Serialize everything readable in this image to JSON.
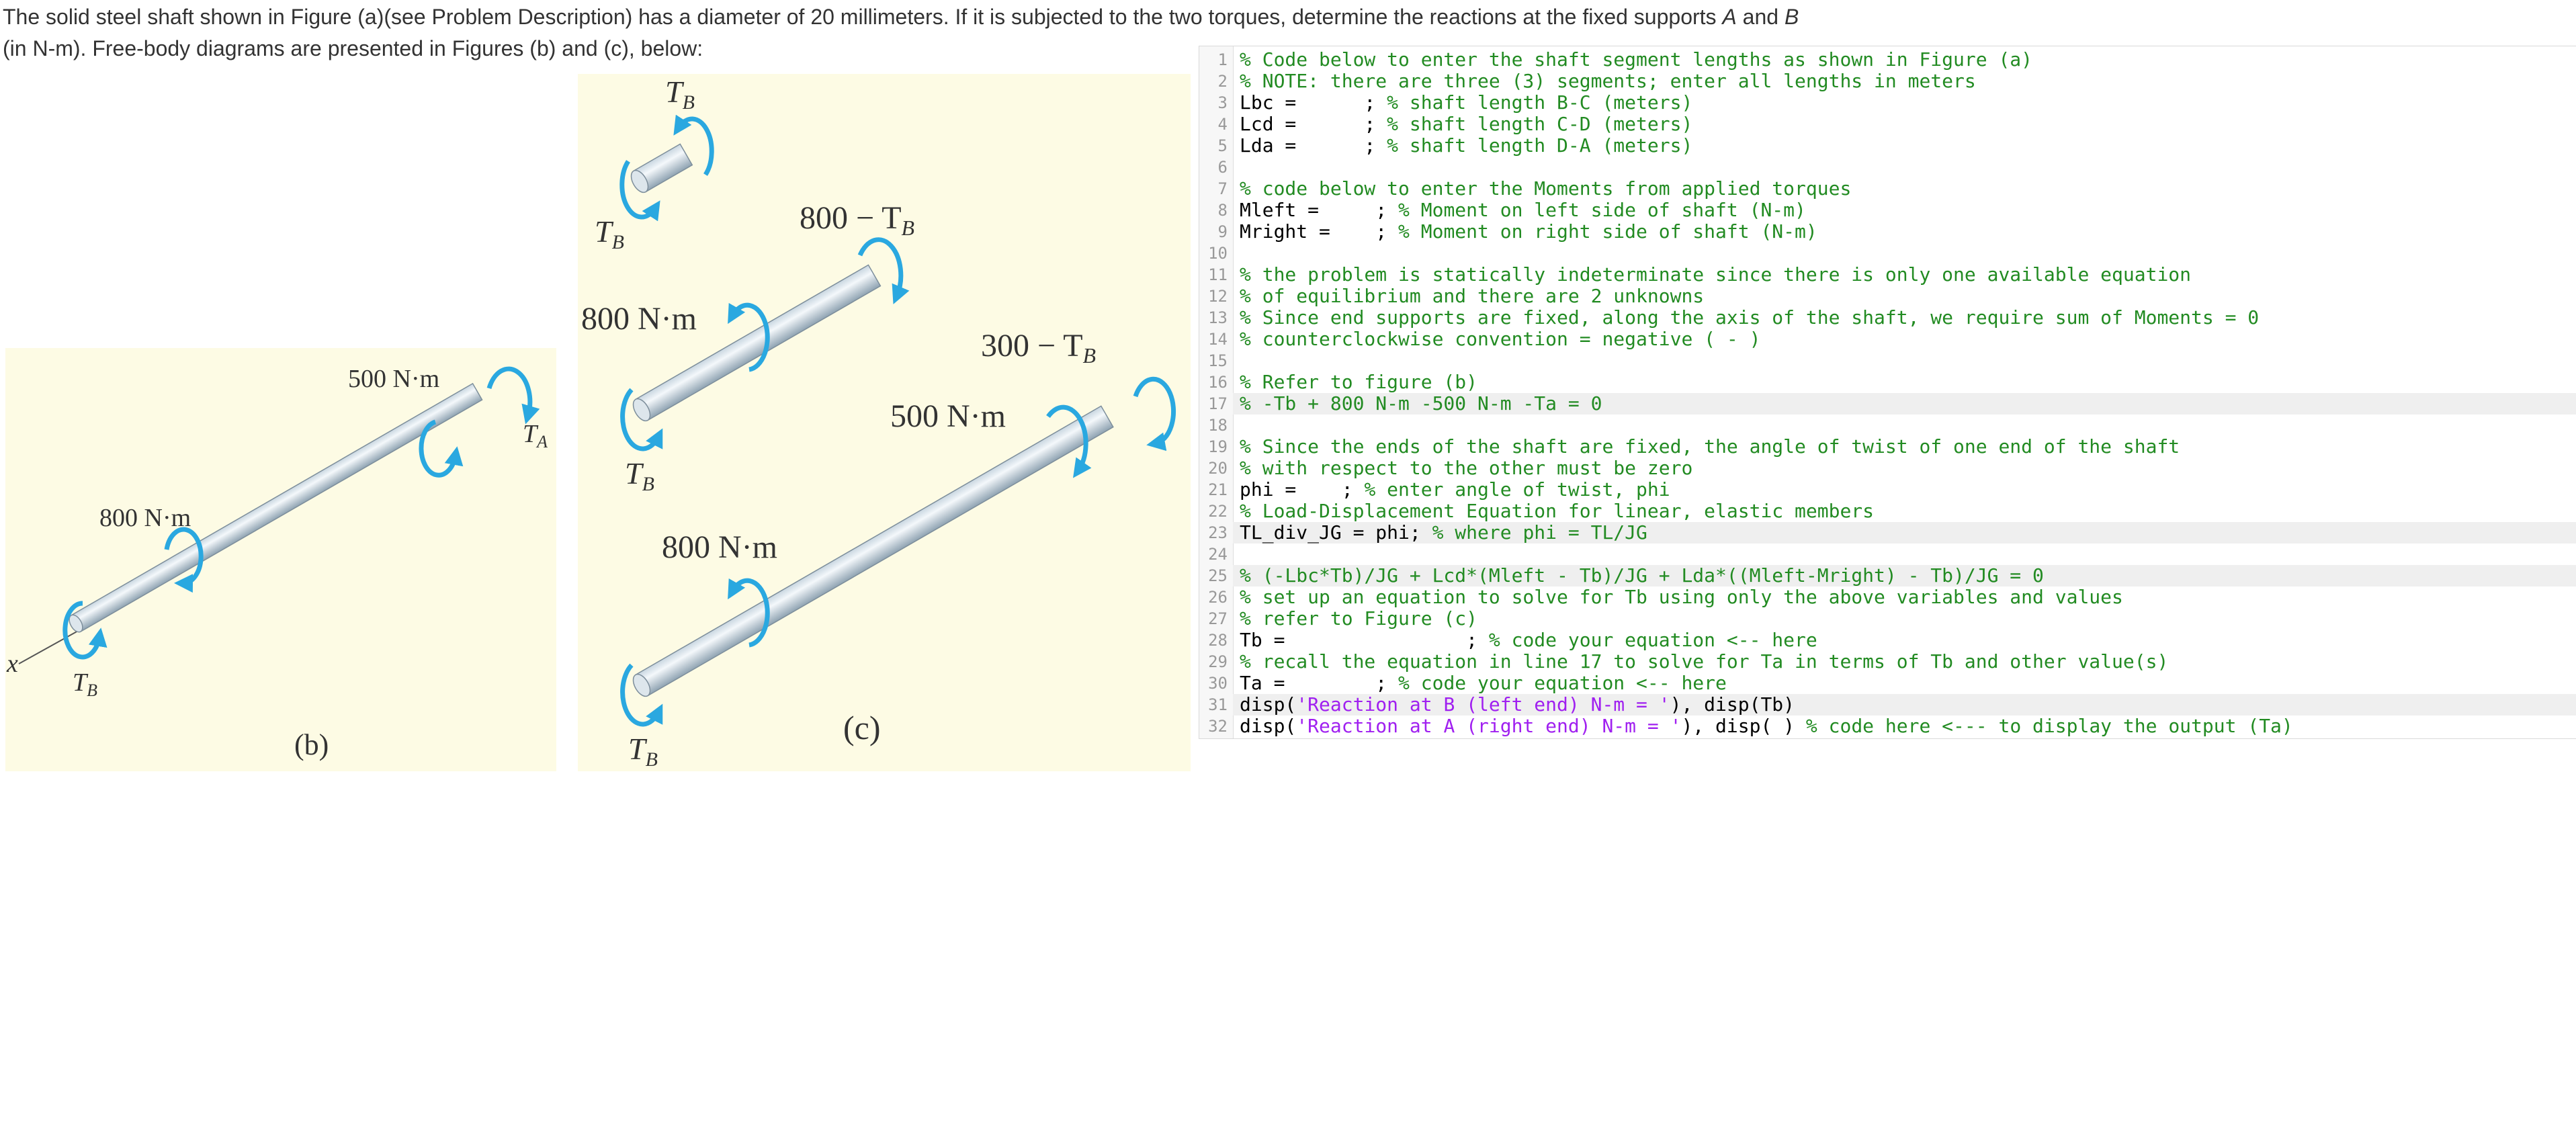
{
  "problem": {
    "line1_a": "The solid steel shaft shown in Figure (a)(see Problem Description) has a diameter of 20 millimeters. If it is subjected to the two torques, determine the reactions at the fixed supports ",
    "line1_A": "A",
    "line1_and": " and ",
    "line1_B": "B",
    "line2": "(in N-m). Free-body diagrams are presented in Figures (b) and (c), below:"
  },
  "figure_b": {
    "label_500": "500 N·m",
    "label_800": "800 N·m",
    "label_TA": "T",
    "label_TA_sub": "A",
    "label_TB": "T",
    "label_TB_sub": "B",
    "label_x": "x",
    "caption": "(b)"
  },
  "figure_c": {
    "top_TB": "T",
    "top_TB_sub": "B",
    "top_TB2": "T",
    "top_TB2_sub": "B",
    "label_800_minus": "800 − T",
    "label_800_minus_sub": "B",
    "label_800_mid": "800 N·m",
    "mid_TB": "T",
    "mid_TB_sub": "B",
    "label_300_minus": "300 − T",
    "label_300_minus_sub": "B",
    "label_500": "500 N·m",
    "label_800_bot": "800 N·m",
    "bot_TB": "T",
    "bot_TB_sub": "B",
    "caption": "(c)"
  },
  "editor": {
    "lines": [
      {
        "n": "1",
        "code": "",
        "comment": "% Code below to enter the shaft segment lengths as shown in Figure (a)"
      },
      {
        "n": "2",
        "code": "",
        "comment": "% NOTE: there are three (3) segments; enter all lengths in meters"
      },
      {
        "n": "3",
        "code": "Lbc =      ; ",
        "comment": "% shaft length B-C (meters)"
      },
      {
        "n": "4",
        "code": "Lcd =      ; ",
        "comment": "% shaft length C-D (meters)"
      },
      {
        "n": "5",
        "code": "Lda =      ; ",
        "comment": "% shaft length D-A (meters)"
      },
      {
        "n": "6",
        "code": "",
        "comment": ""
      },
      {
        "n": "7",
        "code": "",
        "comment": "% code below to enter the Moments from applied torques"
      },
      {
        "n": "8",
        "code": "Mleft =     ; ",
        "comment": "% Moment on left side of shaft (N-m)"
      },
      {
        "n": "9",
        "code": "Mright =    ; ",
        "comment": "% Moment on right side of shaft (N-m)"
      },
      {
        "n": "10",
        "code": "",
        "comment": ""
      },
      {
        "n": "11",
        "code": "",
        "comment": "% the problem is statically indeterminate since there is only one available equation"
      },
      {
        "n": "12",
        "code": "",
        "comment": "% of equilibrium and there are 2 unknowns"
      },
      {
        "n": "13",
        "code": "",
        "comment": "% Since end supports are fixed, along the axis of the shaft, we require sum of Moments = 0"
      },
      {
        "n": "14",
        "code": "",
        "comment": "% counterclockwise convention = negative ( - )"
      },
      {
        "n": "15",
        "code": "",
        "comment": ""
      },
      {
        "n": "16",
        "code": "",
        "comment": "% Refer to figure (b)"
      },
      {
        "n": "17",
        "code": "",
        "comment": "% -Tb + 800 N-m -500 N-m -Ta = 0"
      },
      {
        "n": "18",
        "code": "",
        "comment": ""
      },
      {
        "n": "19",
        "code": "",
        "comment": "% Since the ends of the shaft are fixed, the angle of twist of one end of the shaft"
      },
      {
        "n": "20",
        "code": "",
        "comment": "% with respect to the other must be zero"
      },
      {
        "n": "21",
        "code": "phi =    ; ",
        "comment": "% enter angle of twist, phi"
      },
      {
        "n": "22",
        "code": "",
        "comment": "% Load-Displacement Equation for linear, elastic members"
      },
      {
        "n": "23",
        "code": "TL_div_JG = phi; ",
        "comment": "% where phi = TL/JG"
      },
      {
        "n": "24",
        "code": "",
        "comment": ""
      },
      {
        "n": "25",
        "code": "",
        "comment": "% (-Lbc*Tb)/JG + Lcd*(Mleft - Tb)/JG + Lda*((Mleft-Mright) - Tb)/JG = 0"
      },
      {
        "n": "26",
        "code": "",
        "comment": "% set up an equation to solve for Tb using only the above variables and values"
      },
      {
        "n": "27",
        "code": "",
        "comment": "% refer to Figure (c)"
      },
      {
        "n": "28",
        "code": "Tb =                ; ",
        "comment": "% code your equation <-- here"
      },
      {
        "n": "29",
        "code": "",
        "comment": "% recall the equation in line 17 to solve for Ta in terms of Tb and other value(s)"
      },
      {
        "n": "30",
        "code": "Ta =        ; ",
        "comment": "% code your equation <-- here"
      },
      {
        "n": "31",
        "code": "disp(",
        "str": "'Reaction at B (left end) N-m = '",
        "code2": "), disp(Tb)",
        "comment": ""
      },
      {
        "n": "32",
        "code": "disp(",
        "str": "'Reaction at A (right end) N-m = '",
        "code2": "), disp( ) ",
        "comment": "% code here <--- to display the output (Ta)"
      }
    ]
  }
}
